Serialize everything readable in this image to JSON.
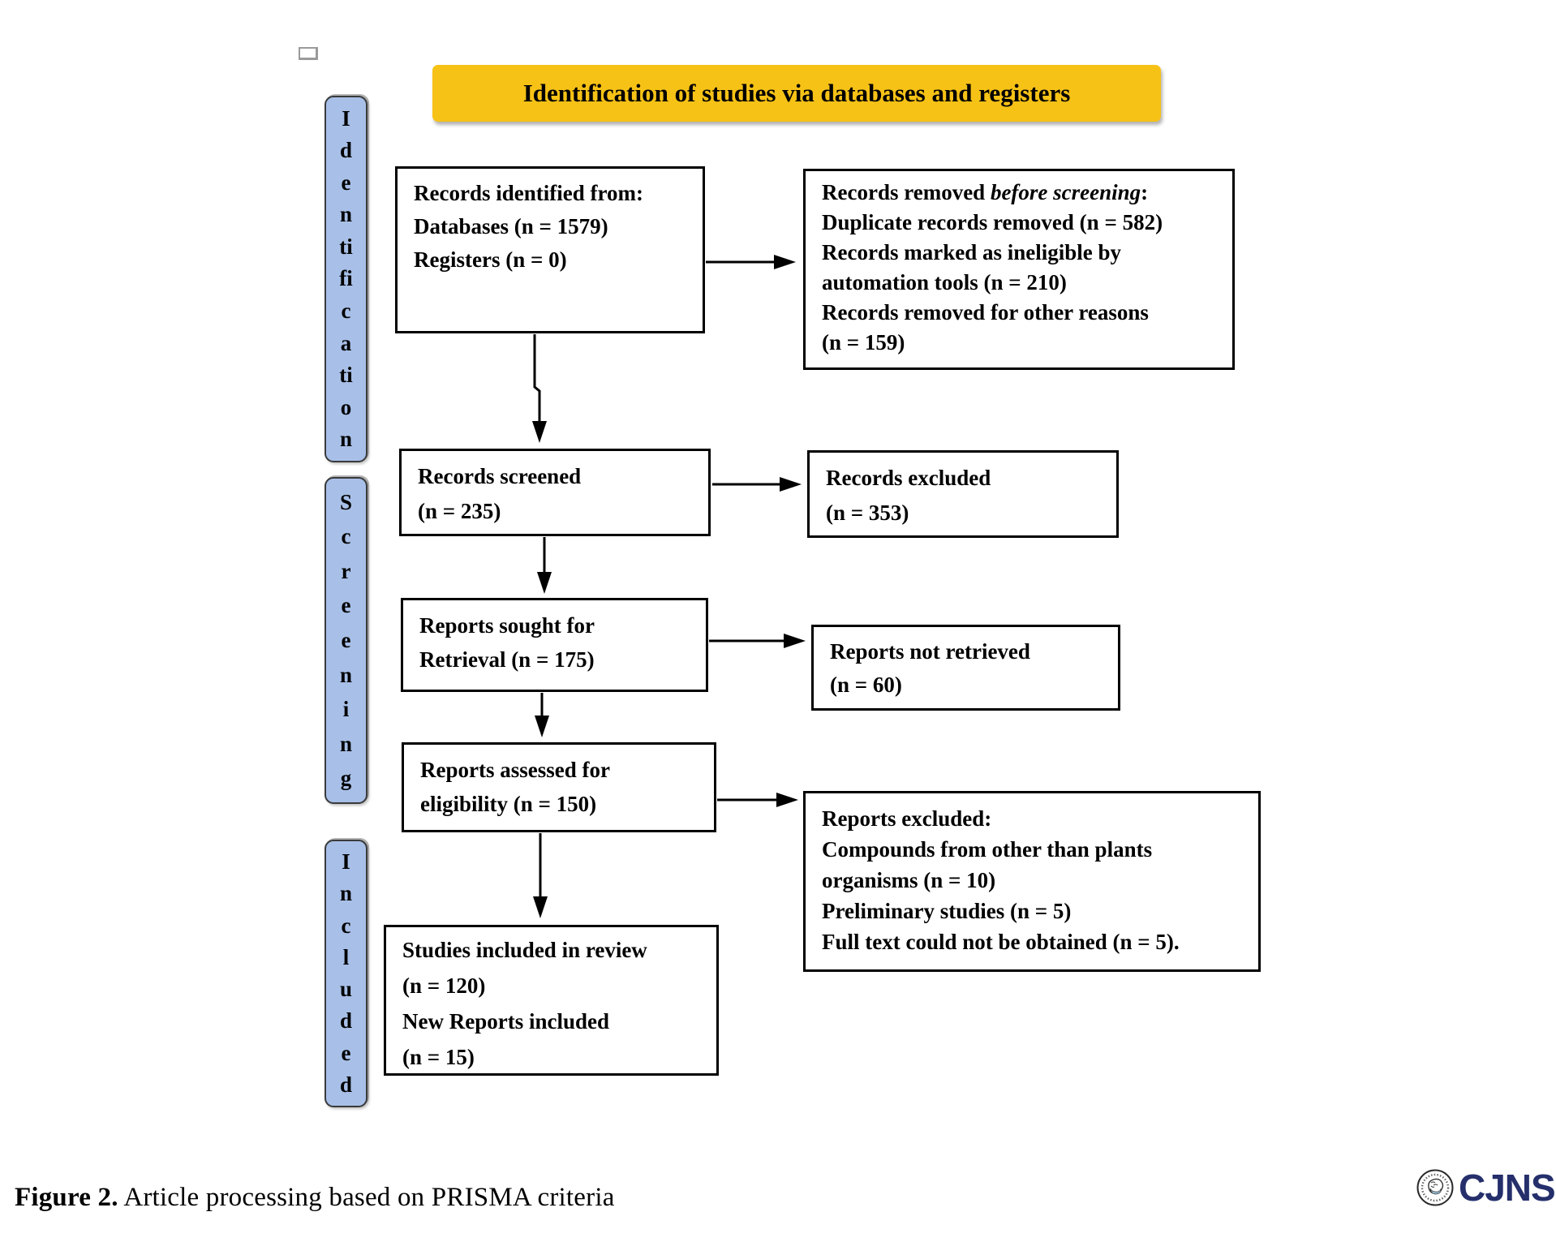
{
  "figure": {
    "header_title": "Identification of studies via databases and registers",
    "caption_bold": "Figure 2.",
    "caption_text": " Article processing based on PRISMA criteria",
    "logo_text": "CJNS"
  },
  "colors": {
    "banner_yellow": "#F7C216",
    "stage_blue": "#A8C0E8",
    "logo_navy": "#252F6B",
    "line_black": "#000000"
  },
  "stages": [
    {
      "name": "Identification",
      "letters": [
        "I",
        "d",
        "e",
        "n",
        "ti",
        "fi",
        "c",
        "a",
        "ti",
        "o",
        "n"
      ]
    },
    {
      "name": "Screening",
      "letters": [
        "S",
        "c",
        "r",
        "e",
        "e",
        "n",
        "i",
        "n",
        "g"
      ]
    },
    {
      "name": "Included",
      "letters": [
        "I",
        "n",
        "c",
        "l",
        "u",
        "d",
        "e",
        "d"
      ]
    }
  ],
  "boxes": {
    "identified": {
      "lines": [
        "Records identified from:",
        "Databases (n = 1579)",
        "Registers (n = 0)"
      ]
    },
    "removed": {
      "line1_prefix": "Records removed ",
      "line1_italic": "before screening",
      "line1_suffix": ":",
      "lines": [
        "Duplicate records removed (n = 582)",
        "Records marked as ineligible by",
        "automation tools (n = 210)",
        "Records removed for other reasons",
        "(n = 159)"
      ]
    },
    "screened": {
      "lines": [
        "Records screened",
        "(n = 235)"
      ]
    },
    "excluded": {
      "lines": [
        "Records excluded",
        "(n = 353)"
      ]
    },
    "sought": {
      "lines": [
        "Reports sought for",
        "Retrieval (n = 175)"
      ]
    },
    "not_retrieved": {
      "lines": [
        "Reports not retrieved",
        "(n = 60)"
      ]
    },
    "assessed": {
      "lines": [
        "Reports assessed for",
        "eligibility (n = 150)"
      ]
    },
    "reports_excluded": {
      "lines": [
        "Reports excluded:",
        "Compounds from other than plants",
        "organisms (n = 10)",
        "Preliminary studies (n = 5)",
        "Full text could not be obtained (n = 5)."
      ]
    },
    "included_review": {
      "lines": [
        "Studies included in review",
        "(n = 120)",
        "New Reports included",
        "(n = 15)"
      ]
    }
  }
}
